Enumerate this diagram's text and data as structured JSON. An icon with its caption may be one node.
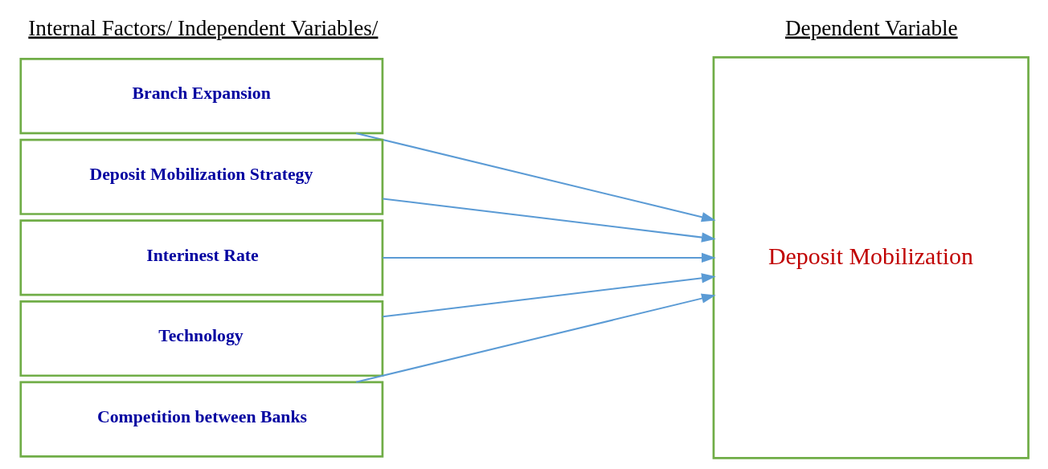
{
  "diagram": {
    "nodes": [
      {
        "text": [
          "Branch Expansion"
        ]
      },
      {
        "text": [
          "Deposit Mobilization Strategy"
        ]
      },
      {
        "text": [
          "Interinest Rate"
        ]
      },
      {
        "text": [
          "Technology"
        ]
      },
      {
        "text": [
          "Competition between Banks"
        ]
      },
      {
        "text": [
          "Deposit Mobilization"
        ]
      }
    ],
    "edges": [
      {
        "from": 0,
        "to": 5,
        "arrow": "to"
      },
      {
        "from": 1,
        "to": 5,
        "arrow": "to"
      },
      {
        "from": 2,
        "to": 5,
        "arrow": "to"
      },
      {
        "from": 3,
        "to": 5,
        "arrow": "to"
      },
      {
        "from": 4,
        "to": 5,
        "arrow": "to"
      }
    ],
    "labels": [
      "Internal Factors/ Independent Variables/",
      "Dependent Variable"
    ]
  }
}
